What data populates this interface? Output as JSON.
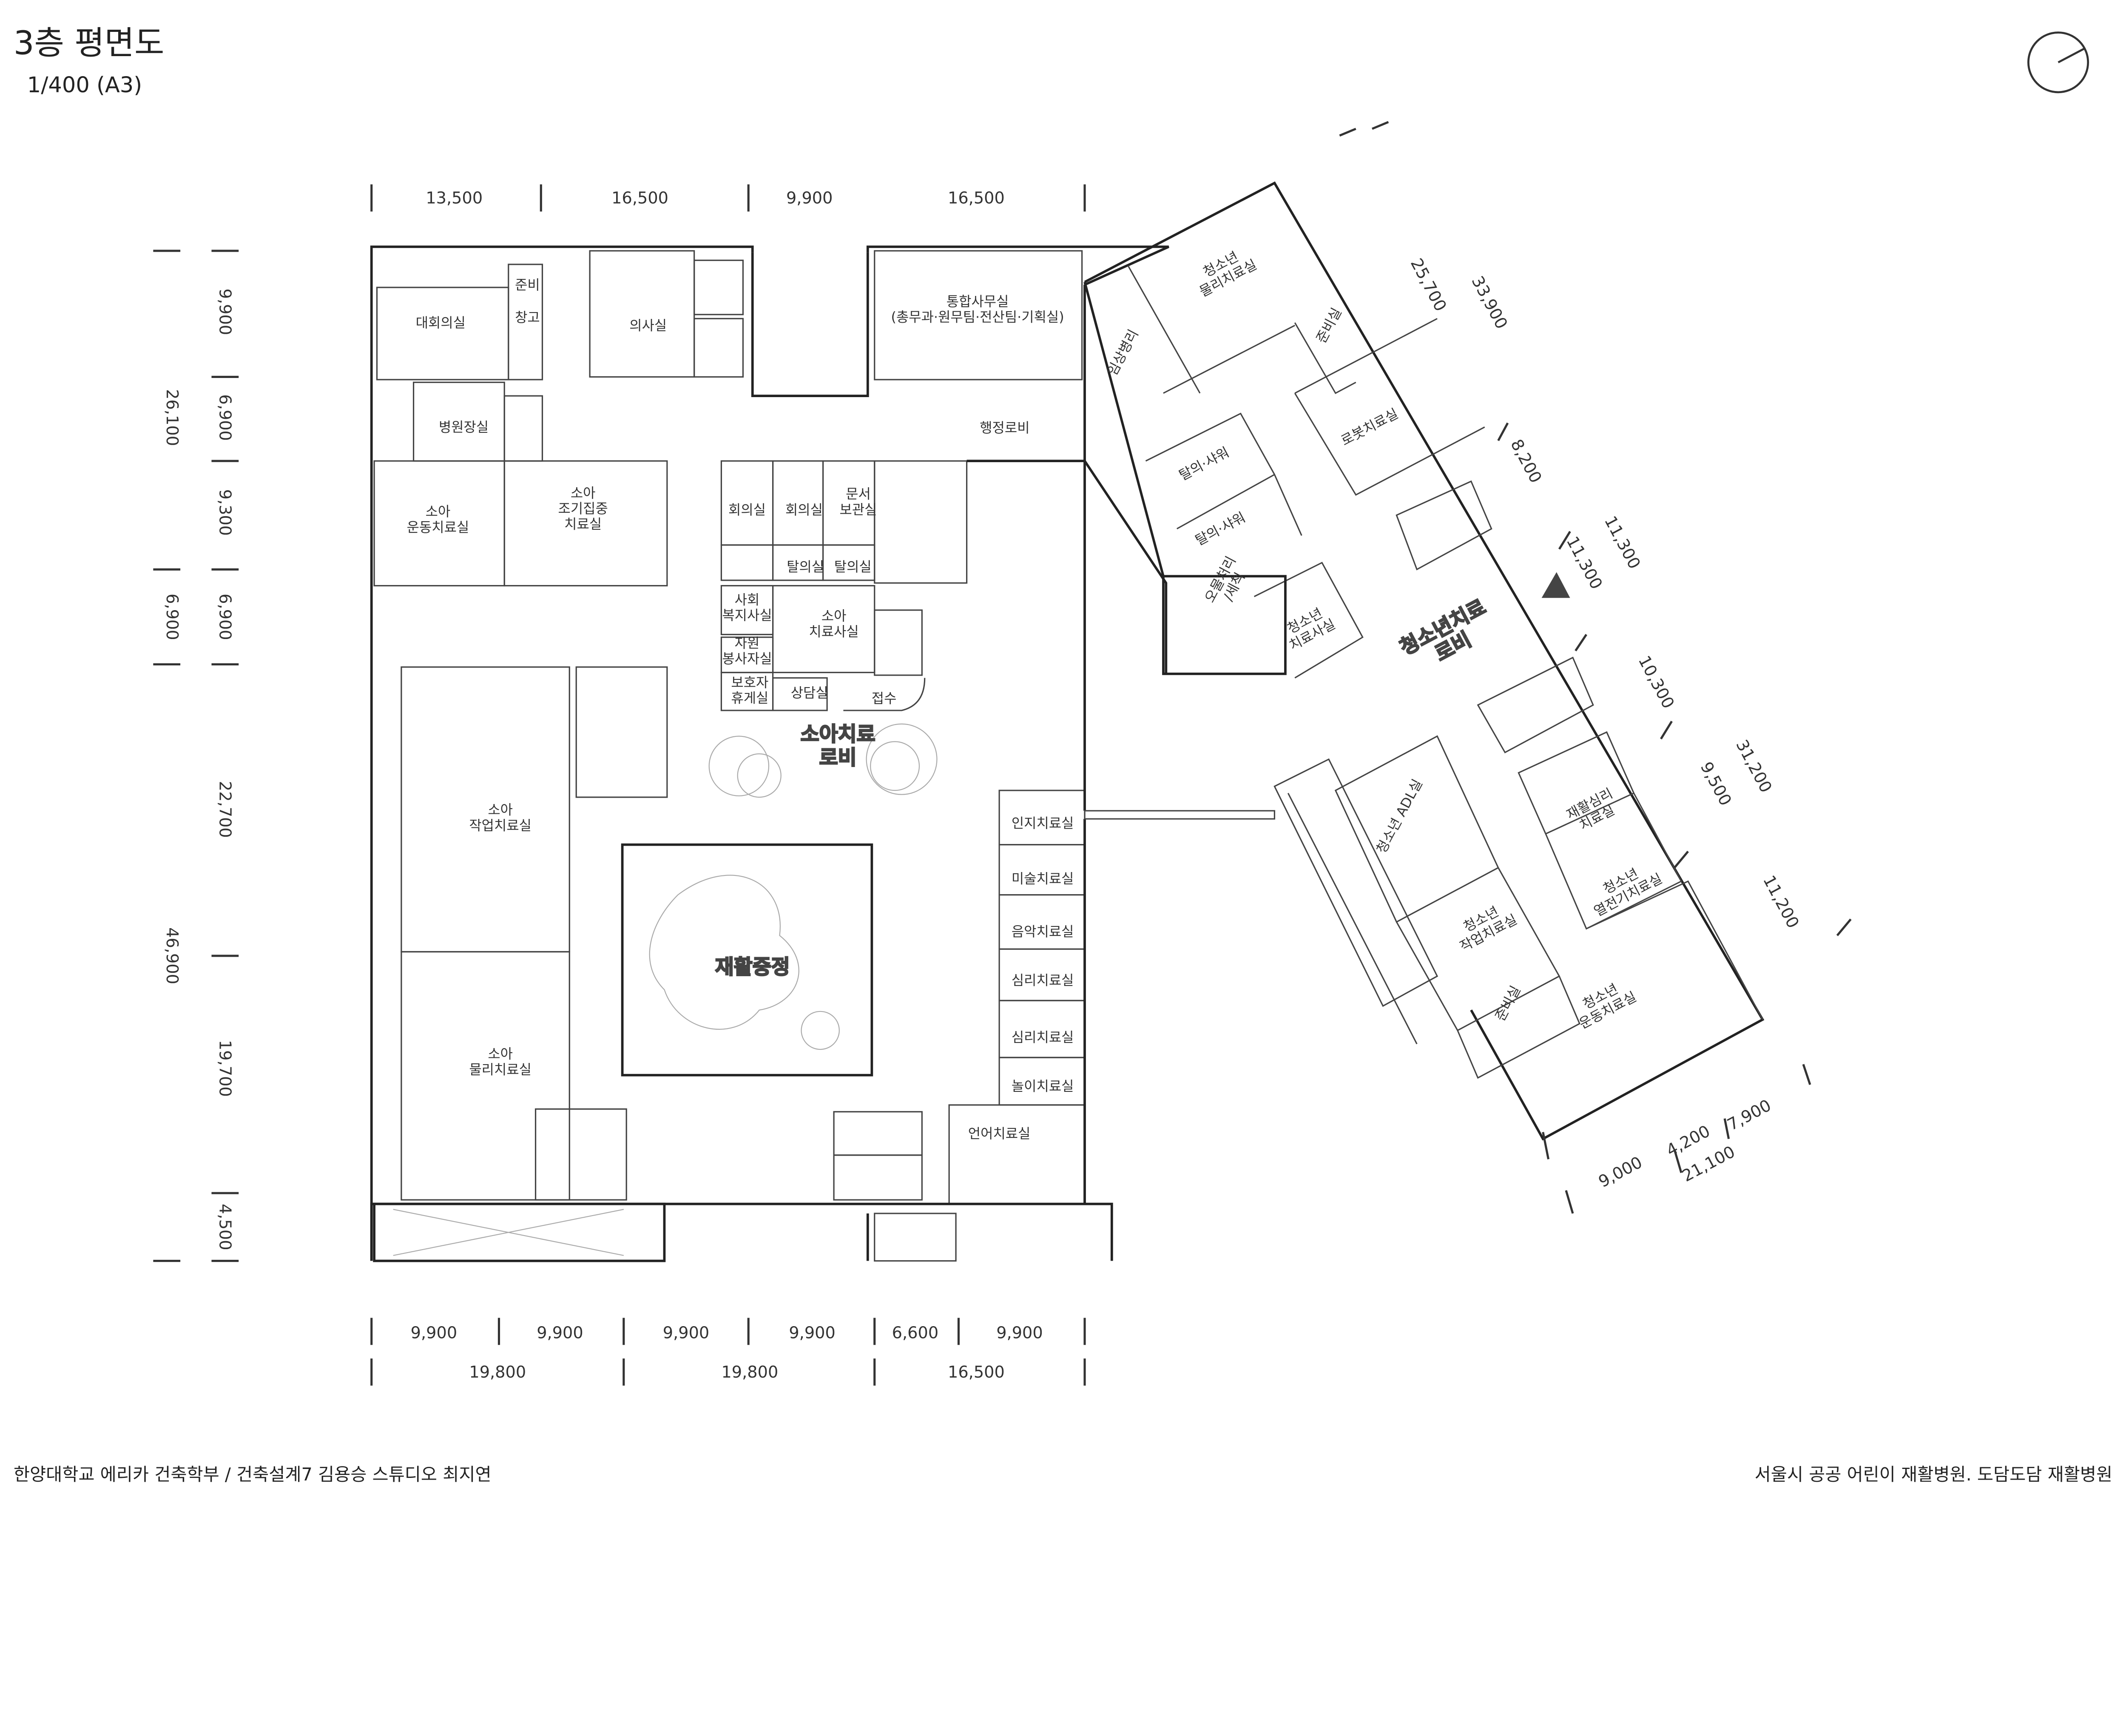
{
  "header": {
    "title": "3층 평면도",
    "scale": "1/400 (A3)"
  },
  "footer": {
    "left": "한양대학교 에리카 건축학부 / 건축설계7 김용승 스튜디오 최지연",
    "right": "서울시 공공 어린이 재활병원. 도담도담 재활병원"
  },
  "icons": {
    "north": "north-arrow-icon",
    "entrance": "entrance-triangle-icon"
  },
  "dimensions": {
    "top": [
      "13,500",
      "16,500",
      "9,900",
      "16,500"
    ],
    "left_outer": [
      "26,100",
      "6,900",
      "46,900"
    ],
    "left_inner": [
      "9,900",
      "6,900",
      "9,300",
      "6,900",
      "22,700",
      "19,700",
      "4,500"
    ],
    "bottom_row1": [
      "9,900",
      "9,900",
      "9,900",
      "9,900",
      "6,600",
      "9,900"
    ],
    "bottom_row2": [
      "19,800",
      "19,800",
      "16,500"
    ],
    "right": [
      "25,700",
      "33,900",
      "8,200",
      "11,300",
      "11,300",
      "10,300",
      "31,200",
      "9,500",
      "11,200",
      "7,900",
      "4,200",
      "9,000",
      "21,100"
    ]
  },
  "rooms": [
    {
      "lines": [
        "대회의실"
      ]
    },
    {
      "lines": [
        "준비"
      ]
    },
    {
      "lines": [
        "창고"
      ]
    },
    {
      "lines": [
        "의사실"
      ]
    },
    {
      "lines": [
        "통합사무실",
        "(총무과·원무팀·전산팀·기획실)"
      ]
    },
    {
      "lines": [
        "병원장실"
      ]
    },
    {
      "lines": [
        "행정로비"
      ]
    },
    {
      "lines": [
        "소아",
        "운동치료실"
      ]
    },
    {
      "lines": [
        "소아",
        "조기집중",
        "치료실"
      ]
    },
    {
      "lines": [
        "회의실"
      ]
    },
    {
      "lines": [
        "회의실"
      ]
    },
    {
      "lines": [
        "문서",
        "보관실"
      ]
    },
    {
      "lines": [
        "탈의실"
      ]
    },
    {
      "lines": [
        "탈의실"
      ]
    },
    {
      "lines": [
        "사회",
        "복지사실"
      ]
    },
    {
      "lines": [
        "자원",
        "봉사자실"
      ]
    },
    {
      "lines": [
        "소아",
        "치료사실"
      ]
    },
    {
      "lines": [
        "보호자",
        "휴게실"
      ]
    },
    {
      "lines": [
        "상담실"
      ]
    },
    {
      "lines": [
        "접수"
      ]
    },
    {
      "lines": [
        "소아",
        "작업치료실"
      ]
    },
    {
      "lines": [
        "소아",
        "물리치료실"
      ]
    },
    {
      "lines": [
        "인지치료실"
      ]
    },
    {
      "lines": [
        "미술치료실"
      ]
    },
    {
      "lines": [
        "음악치료실"
      ]
    },
    {
      "lines": [
        "심리치료실"
      ]
    },
    {
      "lines": [
        "심리치료실"
      ]
    },
    {
      "lines": [
        "놀이치료실"
      ]
    },
    {
      "lines": [
        "언어치료실"
      ]
    },
    {
      "lines": [
        "임상병리"
      ]
    },
    {
      "lines": [
        "청소년",
        "물리치료실"
      ]
    },
    {
      "lines": [
        "준비실"
      ]
    },
    {
      "lines": [
        "로봇치료실"
      ]
    },
    {
      "lines": [
        "탈의·샤워"
      ]
    },
    {
      "lines": [
        "탈의·샤워"
      ]
    },
    {
      "lines": [
        "오물처리",
        "/세척"
      ]
    },
    {
      "lines": [
        "청소년",
        "치료사실"
      ]
    },
    {
      "lines": [
        "청소년 ADL실"
      ]
    },
    {
      "lines": [
        "청소년",
        "작업치료실"
      ]
    },
    {
      "lines": [
        "준비실"
      ]
    },
    {
      "lines": [
        "청소년",
        "운동치료실"
      ]
    },
    {
      "lines": [
        "재활심리",
        "치료실"
      ]
    },
    {
      "lines": [
        "청소년",
        "열전기치료실"
      ]
    }
  ],
  "feature_labels": [
    {
      "lines": [
        "소아치료",
        "로비"
      ]
    },
    {
      "lines": [
        "재활중정"
      ]
    },
    {
      "lines": [
        "청소년치료",
        "로비"
      ]
    }
  ]
}
